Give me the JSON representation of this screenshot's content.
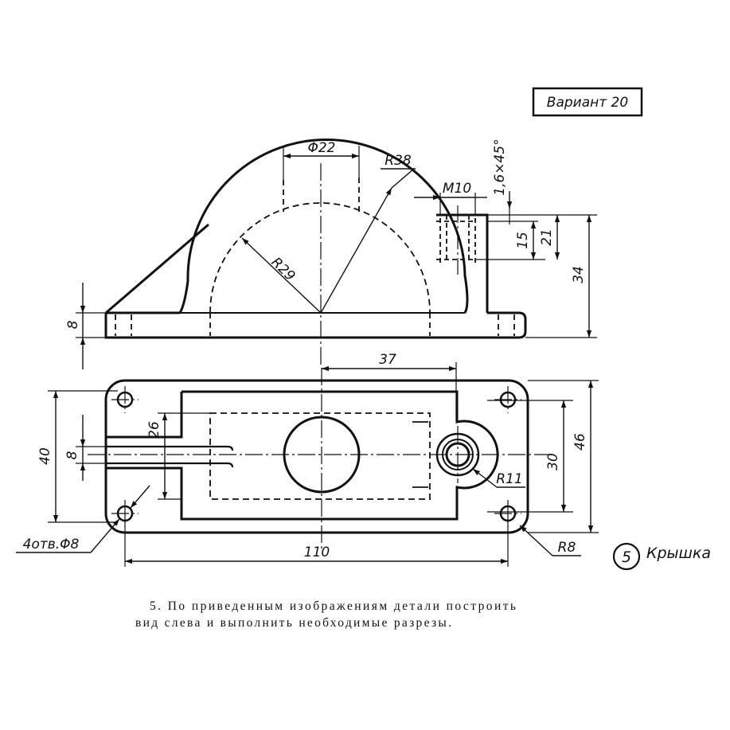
{
  "variant_label": "Вариант 20",
  "part": {
    "number": "5",
    "name": "Крышка"
  },
  "task_text": {
    "line1": "5. По приведенным изображениям детали построить",
    "line2": "вид слева и выполнить необходимые разрезы."
  },
  "front_view": {
    "dimensions": {
      "bore_diameter": "Φ22",
      "outer_radius": "R38",
      "inner_radius": "R29",
      "thread": "M10",
      "chamfer": "1,6×45°",
      "thread_depth": "15",
      "hole_depth": "21",
      "total_height": "34",
      "base_thickness": "8"
    }
  },
  "top_view": {
    "dimensions": {
      "boss_offset": "37",
      "slot_width": "26",
      "rib_width": "8",
      "width_between_holes": "40",
      "inner_width": "30",
      "total_width": "46",
      "boss_radius": "R11",
      "corner_radius": "R8",
      "holes": "4отв.Φ8",
      "hole_spacing": "110"
    }
  }
}
